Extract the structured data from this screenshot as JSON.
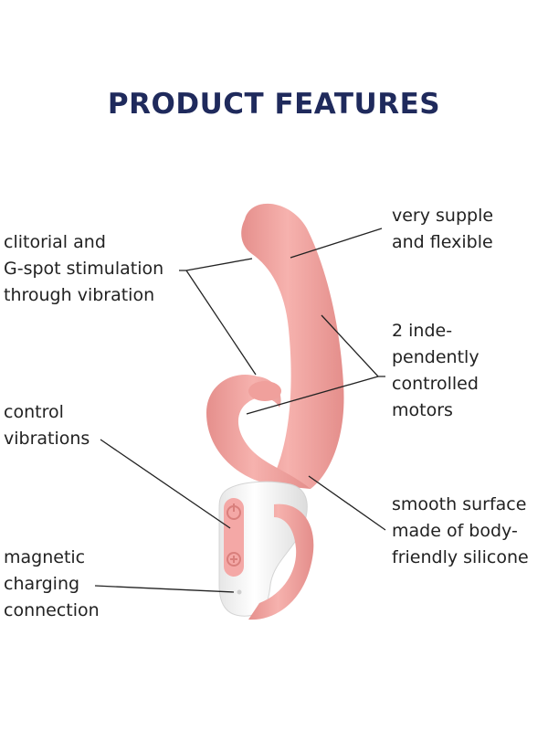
{
  "title": "PRODUCT FEATURES",
  "features": {
    "stimulation": "clitorial and\nG-spot stimulation\nthrough vibration",
    "supple": "very supple\nand flexible",
    "motors": "2 inde-\npendently\ncontrolled\nmotors",
    "control": "control\nvibrations",
    "smooth": "smooth surface\nmade of body-\nfriendly silicone",
    "magnetic": "magnetic\ncharging\nconnection"
  },
  "colors": {
    "title": "#1f2a5c",
    "silicone": "#f2a5a2",
    "silicone_shadow": "#e08c89",
    "handle": "#ffffff",
    "button": "#f4a8a6",
    "leader": "#222222"
  },
  "icons": {
    "top_button": "power-icon",
    "bottom_button": "plus-icon"
  }
}
